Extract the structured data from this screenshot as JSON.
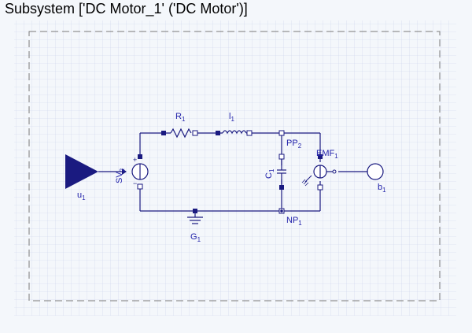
{
  "title": "Subsystem ['DC Motor_1' ('DC Motor')]",
  "components": {
    "u": {
      "name": "u",
      "sub": "1"
    },
    "sv": {
      "name": "SV",
      "sub": "2"
    },
    "r": {
      "name": "R",
      "sub": "1"
    },
    "l": {
      "name": "l",
      "sub": "1"
    },
    "pp": {
      "name": "PP",
      "sub": "2"
    },
    "c": {
      "name": "C",
      "sub": "1"
    },
    "emf": {
      "name": "EMF",
      "sub": "1"
    },
    "b": {
      "name": "b",
      "sub": "1"
    },
    "g": {
      "name": "G",
      "sub": "1"
    },
    "np": {
      "name": "NP",
      "sub": "1"
    }
  },
  "colors": {
    "wire": "#1a1a80",
    "node": "#1a1a80",
    "grid": "#c9d3ec",
    "border": "#7a7a7a"
  }
}
